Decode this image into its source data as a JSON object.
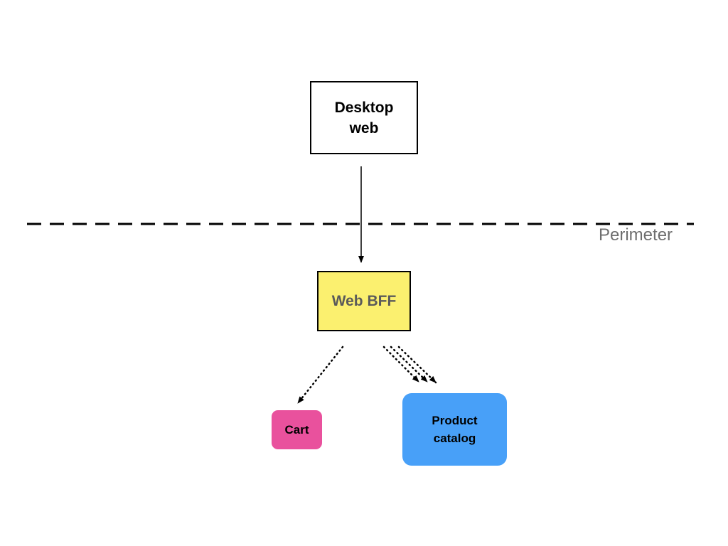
{
  "diagram": {
    "nodes": {
      "desktop": {
        "label": "Desktop web"
      },
      "bff": {
        "label": "Web BFF"
      },
      "cart": {
        "label": "Cart"
      },
      "catalog": {
        "label": "Product catalog"
      }
    },
    "perimeter": {
      "label": "Perimeter"
    },
    "edges": [
      {
        "from": "Desktop web",
        "to": "Web BFF",
        "style": "solid"
      },
      {
        "from": "Web BFF",
        "to": "Cart",
        "style": "dotted"
      },
      {
        "from": "Web BFF",
        "to": "Product catalog",
        "style": "dotted",
        "count": 3
      }
    ]
  },
  "colors": {
    "bff_fill": "#fbf06f",
    "bff_text": "#5a5a5a",
    "cart_fill": "#e9519d",
    "cart_text": "#000000",
    "catalog_fill": "#48a0f8",
    "catalog_text": "#000000",
    "perimeter_text": "#6e6e6e",
    "line": "#000000"
  }
}
